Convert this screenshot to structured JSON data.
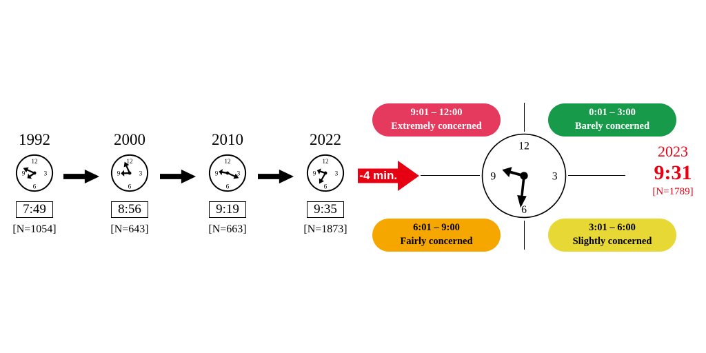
{
  "clock_numerals": [
    "12",
    "3",
    "6",
    "9"
  ],
  "timeline": {
    "entries": [
      {
        "year": "1992",
        "time": "7:49",
        "n": "[N=1054]"
      },
      {
        "year": "2000",
        "time": "8:56",
        "n": "[N=643]"
      },
      {
        "year": "2010",
        "time": "9:19",
        "n": "[N=663]"
      },
      {
        "year": "2022",
        "time": "9:35",
        "n": "[N=1873]"
      }
    ]
  },
  "delta_arrow": {
    "label": "-4 min.",
    "color": "#e60012"
  },
  "main_clock": {
    "time": "9:31"
  },
  "quadrants": [
    {
      "range": "9:01 – 12:00",
      "label": "Extremely concerned",
      "bg": "#e5395e",
      "fg": "#ffffff"
    },
    {
      "range": "0:01 – 3:00",
      "label": "Barely concerned",
      "bg": "#179a49",
      "fg": "#ffffff"
    },
    {
      "range": "6:01 – 9:00",
      "label": "Fairly concerned",
      "bg": "#f5a700",
      "fg": "#000000"
    },
    {
      "range": "3:01 – 6:00",
      "label": "Slightly concerned",
      "bg": "#e7d836",
      "fg": "#000000"
    }
  ],
  "result": {
    "year": "2023",
    "time": "9:31",
    "n": "[N=1789]",
    "color": "#e60012"
  }
}
